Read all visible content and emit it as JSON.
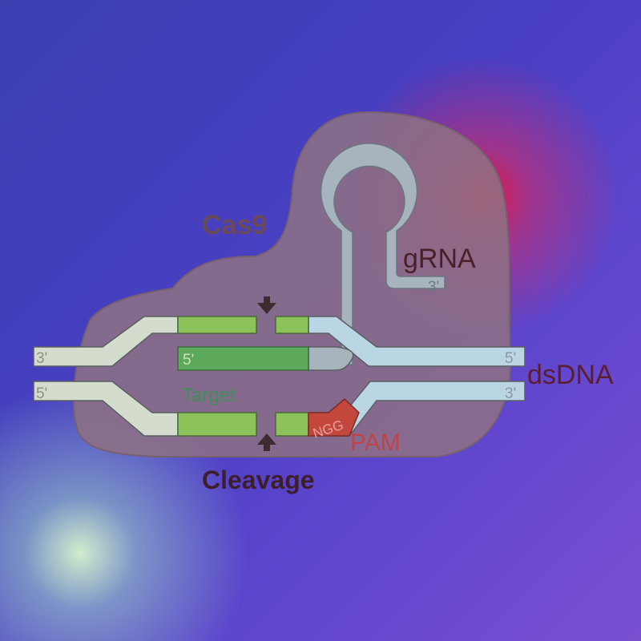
{
  "labels": {
    "cas9": "Cas9",
    "grna": "gRNA",
    "grna_end": "3'",
    "dsdna": "dsDNA",
    "top_left_end": "3'",
    "top_right_end": "5'",
    "bottom_left_end": "5'",
    "bottom_right_end": "3'",
    "guide_end": "5'",
    "target": "Target",
    "pam_seq": "NGG",
    "pam": "PAM",
    "cleavage": "Cleavage"
  },
  "colors": {
    "cas9_body": "#8e7183",
    "cas9_text": "#6b4a58",
    "grna": "#a7b3bd",
    "dna_left": "#d3dccd",
    "dna_right": "#bad6e5",
    "target_green": "#8bc35a",
    "guide_green": "#5ca95a",
    "pam_red": "#c4473e",
    "label_dark": "#3e1e2c",
    "dsdna_text": "#5a1e30",
    "grna_text": "#4b1f2a",
    "target_text": "#3f8f57",
    "pam_text": "#c0434a"
  }
}
